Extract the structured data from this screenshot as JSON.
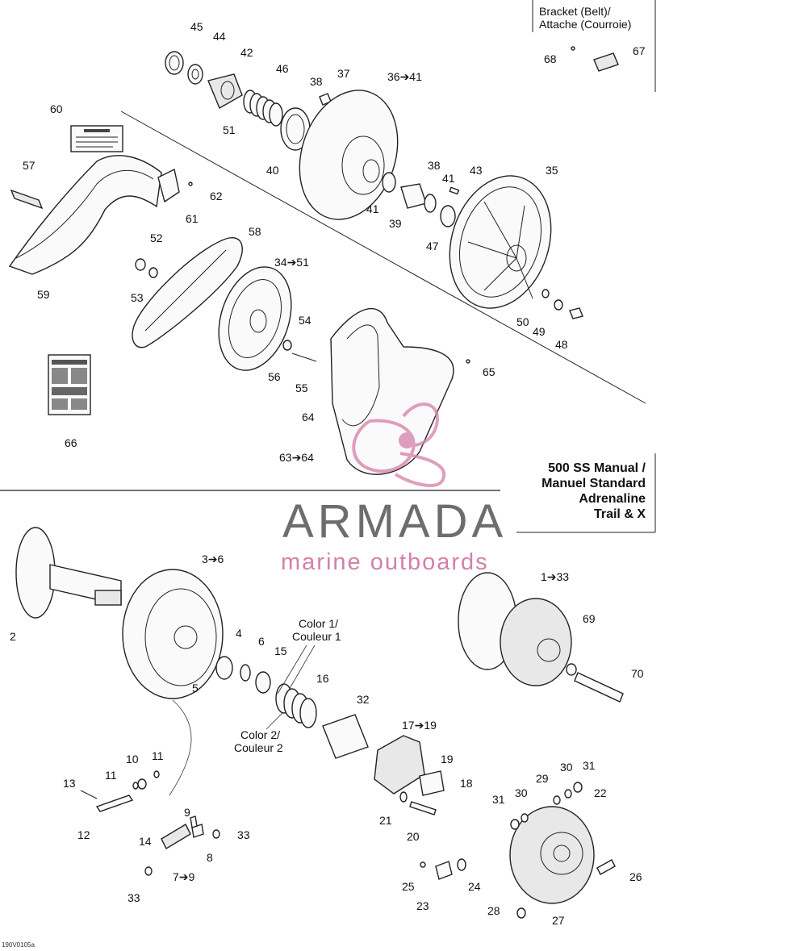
{
  "bracket_box": {
    "line1": "Bracket (Belt)/",
    "line2": "Attache (Courroie)"
  },
  "model_box": {
    "line1": "500 SS Manual /",
    "line2": "Manuel Standard",
    "line3": "Adrenaline",
    "line4": "Trail & X"
  },
  "watermark": {
    "brand": "ARMADA",
    "tagline": "marine outboards",
    "colors": {
      "grey": "#6d6d6d",
      "pink": "#d57fa8"
    }
  },
  "color_labels": {
    "c1_line1": "Color 1/",
    "c1_line2": "Couleur 1",
    "c2_line1": "Color 2/",
    "c2_line2": "Couleur 2"
  },
  "reference_code": "190V0105a",
  "labels": {
    "p45": "45",
    "p44": "44",
    "p42": "42",
    "p46": "46",
    "p38a": "38",
    "p37": "37",
    "p3641": "36➔41",
    "p51a": "51",
    "p40": "40",
    "p60": "60",
    "p57": "57",
    "p62": "62",
    "p61": "61",
    "p38b": "38",
    "p43": "43",
    "p41a": "41",
    "p41b": "41",
    "p39": "39",
    "p47": "47",
    "p35": "35",
    "p58": "58",
    "p52": "52",
    "p53": "53",
    "p59": "59",
    "p3451": "34➔51",
    "p54": "54",
    "p56": "56",
    "p55": "55",
    "p50": "50",
    "p49": "49",
    "p48": "48",
    "p65": "65",
    "p64": "64",
    "p6364": "63➔64",
    "p66": "66",
    "p68": "68",
    "p67": "67",
    "p36": "3➔6",
    "p2": "2",
    "p4": "4",
    "p6": "6",
    "p15": "15",
    "p5": "5",
    "p16": "16",
    "p32": "32",
    "p1733": "1➔33",
    "p69": "69",
    "p70": "70",
    "p1719": "17➔19",
    "p19": "19",
    "p18": "18",
    "p10": "10",
    "p11a": "11",
    "p11b": "11",
    "p13": "13",
    "p12": "12",
    "p9": "9",
    "p33a": "33",
    "p14": "14",
    "p8": "8",
    "p79": "7➔9",
    "p33b": "33",
    "p21": "21",
    "p20": "20",
    "p30a": "30",
    "p31a": "31",
    "p29": "29",
    "p22": "22",
    "p31b": "31",
    "p30b": "30",
    "p25": "25",
    "p24": "24",
    "p23": "23",
    "p26": "26",
    "p28": "28",
    "p27": "27"
  }
}
